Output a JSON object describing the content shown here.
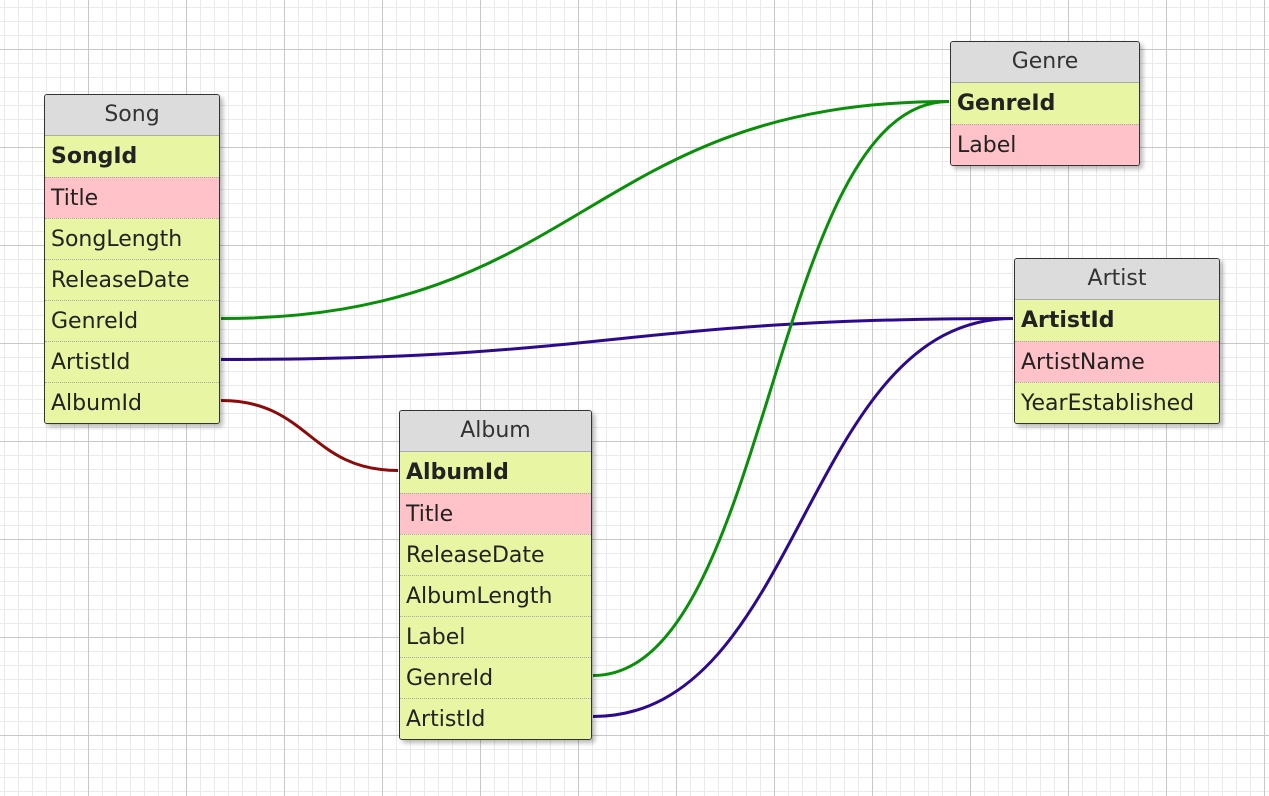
{
  "colors": {
    "relation_genre": "#0a8f0a",
    "relation_artist": "#2d0a8c",
    "relation_album": "#8b0a0a",
    "field_primary_key": "#e8f5a3",
    "field_label": "#ffc2c8",
    "field_normal": "#e8f5a3",
    "header_background": "#dcdcdc"
  },
  "entities": {
    "song": {
      "name": "Song",
      "fields": [
        {
          "name": "SongId",
          "role": "pk"
        },
        {
          "name": "Title",
          "role": "label"
        },
        {
          "name": "SongLength",
          "role": "normal"
        },
        {
          "name": "ReleaseDate",
          "role": "normal"
        },
        {
          "name": "GenreId",
          "role": "normal"
        },
        {
          "name": "ArtistId",
          "role": "normal"
        },
        {
          "name": "AlbumId",
          "role": "normal"
        }
      ]
    },
    "genre": {
      "name": "Genre",
      "fields": [
        {
          "name": "GenreId",
          "role": "pk"
        },
        {
          "name": "Label",
          "role": "label"
        }
      ]
    },
    "artist": {
      "name": "Artist",
      "fields": [
        {
          "name": "ArtistId",
          "role": "pk"
        },
        {
          "name": "ArtistName",
          "role": "label"
        },
        {
          "name": "YearEstablished",
          "role": "normal"
        }
      ]
    },
    "album": {
      "name": "Album",
      "fields": [
        {
          "name": "AlbumId",
          "role": "pk"
        },
        {
          "name": "Title",
          "role": "label"
        },
        {
          "name": "ReleaseDate",
          "role": "normal"
        },
        {
          "name": "AlbumLength",
          "role": "normal"
        },
        {
          "name": "Label",
          "role": "normal"
        },
        {
          "name": "GenreId",
          "role": "normal"
        },
        {
          "name": "ArtistId",
          "role": "normal"
        }
      ]
    }
  },
  "relations": [
    {
      "from_entity": "song",
      "from_field": "GenreId",
      "to_entity": "genre",
      "to_field": "GenreId",
      "color_key": "relation_genre"
    },
    {
      "from_entity": "song",
      "from_field": "ArtistId",
      "to_entity": "artist",
      "to_field": "ArtistId",
      "color_key": "relation_artist"
    },
    {
      "from_entity": "song",
      "from_field": "AlbumId",
      "to_entity": "album",
      "to_field": "AlbumId",
      "color_key": "relation_album"
    },
    {
      "from_entity": "album",
      "from_field": "GenreId",
      "to_entity": "genre",
      "to_field": "GenreId",
      "color_key": "relation_genre"
    },
    {
      "from_entity": "album",
      "from_field": "ArtistId",
      "to_entity": "artist",
      "to_field": "ArtistId",
      "color_key": "relation_artist"
    }
  ]
}
